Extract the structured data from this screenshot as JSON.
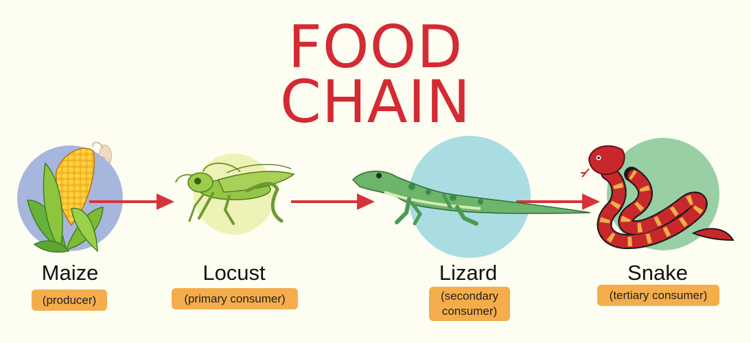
{
  "title": {
    "line1": "FOOD",
    "line2": "CHAIN"
  },
  "colors": {
    "title": "#d32a33",
    "arrow": "#d8333a",
    "badge": "#f5ad4b",
    "background": "#fdfdf2"
  },
  "organisms": [
    {
      "name": "Maize",
      "role": "(producer)",
      "circle_color": "#a7b6dc",
      "icon": "corn-icon"
    },
    {
      "name": "Locust",
      "role": "(primary consumer)",
      "circle_color": "#eef2b6",
      "icon": "locust-icon"
    },
    {
      "name": "Lizard",
      "role_line1": "(secondary",
      "role_line2": "consumer)",
      "circle_color": "#a9dde2",
      "icon": "lizard-icon"
    },
    {
      "name": "Snake",
      "role": "(tertiary consumer)",
      "circle_color": "#99cfa5",
      "icon": "snake-icon"
    }
  ]
}
